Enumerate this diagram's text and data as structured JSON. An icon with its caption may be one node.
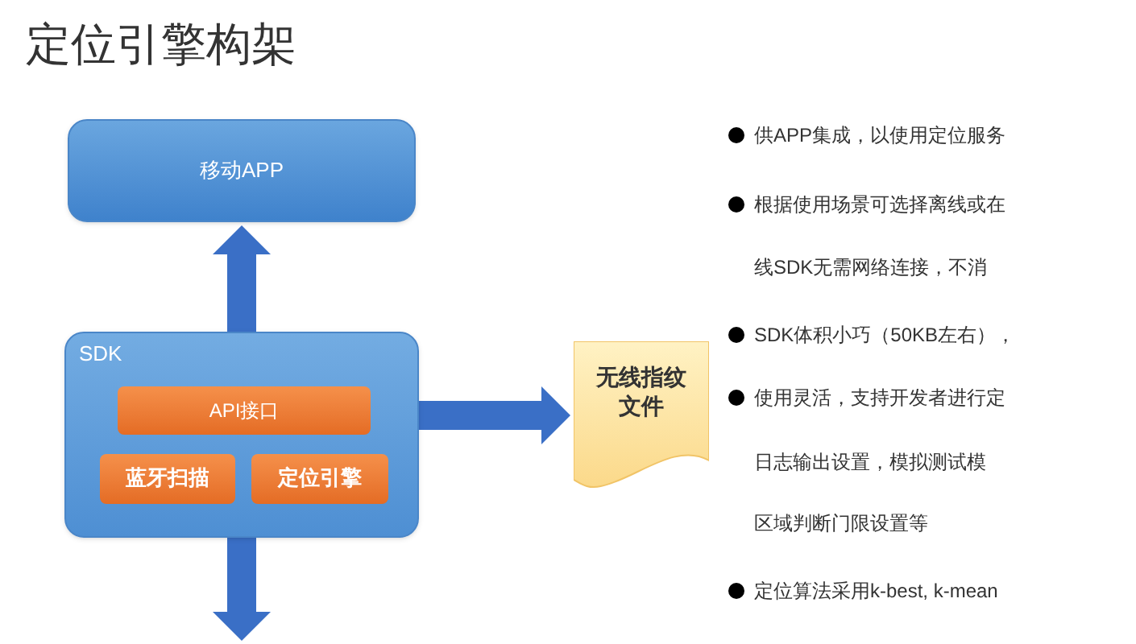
{
  "diagram": {
    "title": "定位引擎构架",
    "nodes": [
      {
        "text": [
          "移动APP"
        ]
      },
      {
        "text": [
          "SDK"
        ]
      },
      {
        "text": [
          "API接口"
        ],
        "in": 1
      },
      {
        "text": [
          "蓝牙扫描"
        ],
        "in": 1
      },
      {
        "text": [
          "定位引擎"
        ],
        "in": 1
      },
      {
        "text": [
          "无线指纹文件"
        ]
      }
    ],
    "edges": [
      {
        "from": 1,
        "to": 0,
        "arrow": "to"
      },
      {
        "from": 1,
        "to": 5,
        "arrow": "to"
      },
      {
        "from": 1,
        "to": null,
        "arrow": "to"
      }
    ],
    "labels": [
      "供APP集成，以使用定位服务",
      "根据使用场景可选择离线或在",
      "线SDK无需网络连接，不消",
      "SDK体积小巧（50KB左右），",
      "使用灵活，支持开发者进行定",
      "日志输出设置，模拟测试模",
      "区域判断门限设置等",
      "定位算法采用k-best, k-mean"
    ]
  }
}
